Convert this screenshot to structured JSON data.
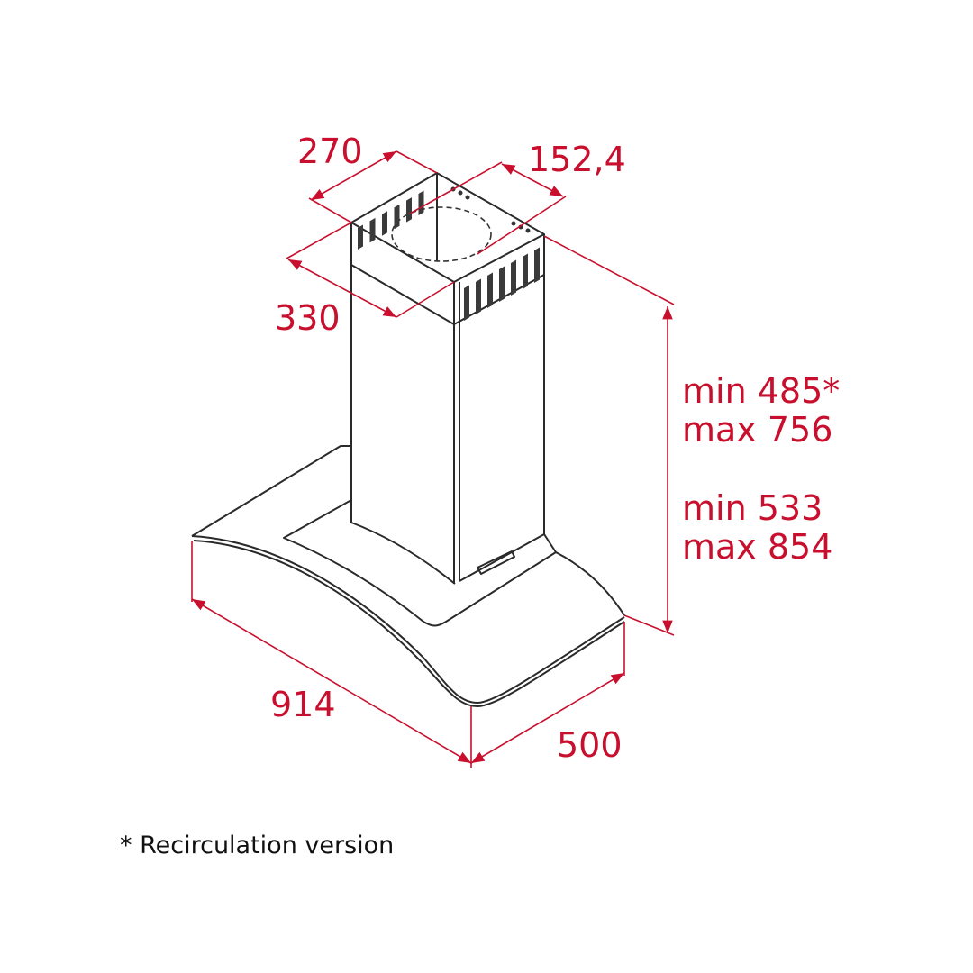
{
  "title": "Cooker hood dimension drawing",
  "colors": {
    "dimension": "#c8102e",
    "outline": "#2a2a2a"
  },
  "dimensions": {
    "chimney_width": "270",
    "outlet_diameter": "152,4",
    "chimney_depth": "330",
    "height_line1": "min 485*",
    "height_line2": "max 756",
    "height_line3": "min 533",
    "height_line4": "max 854",
    "hood_width": "914",
    "hood_depth": "500"
  },
  "footnote": "* Recirculation version"
}
